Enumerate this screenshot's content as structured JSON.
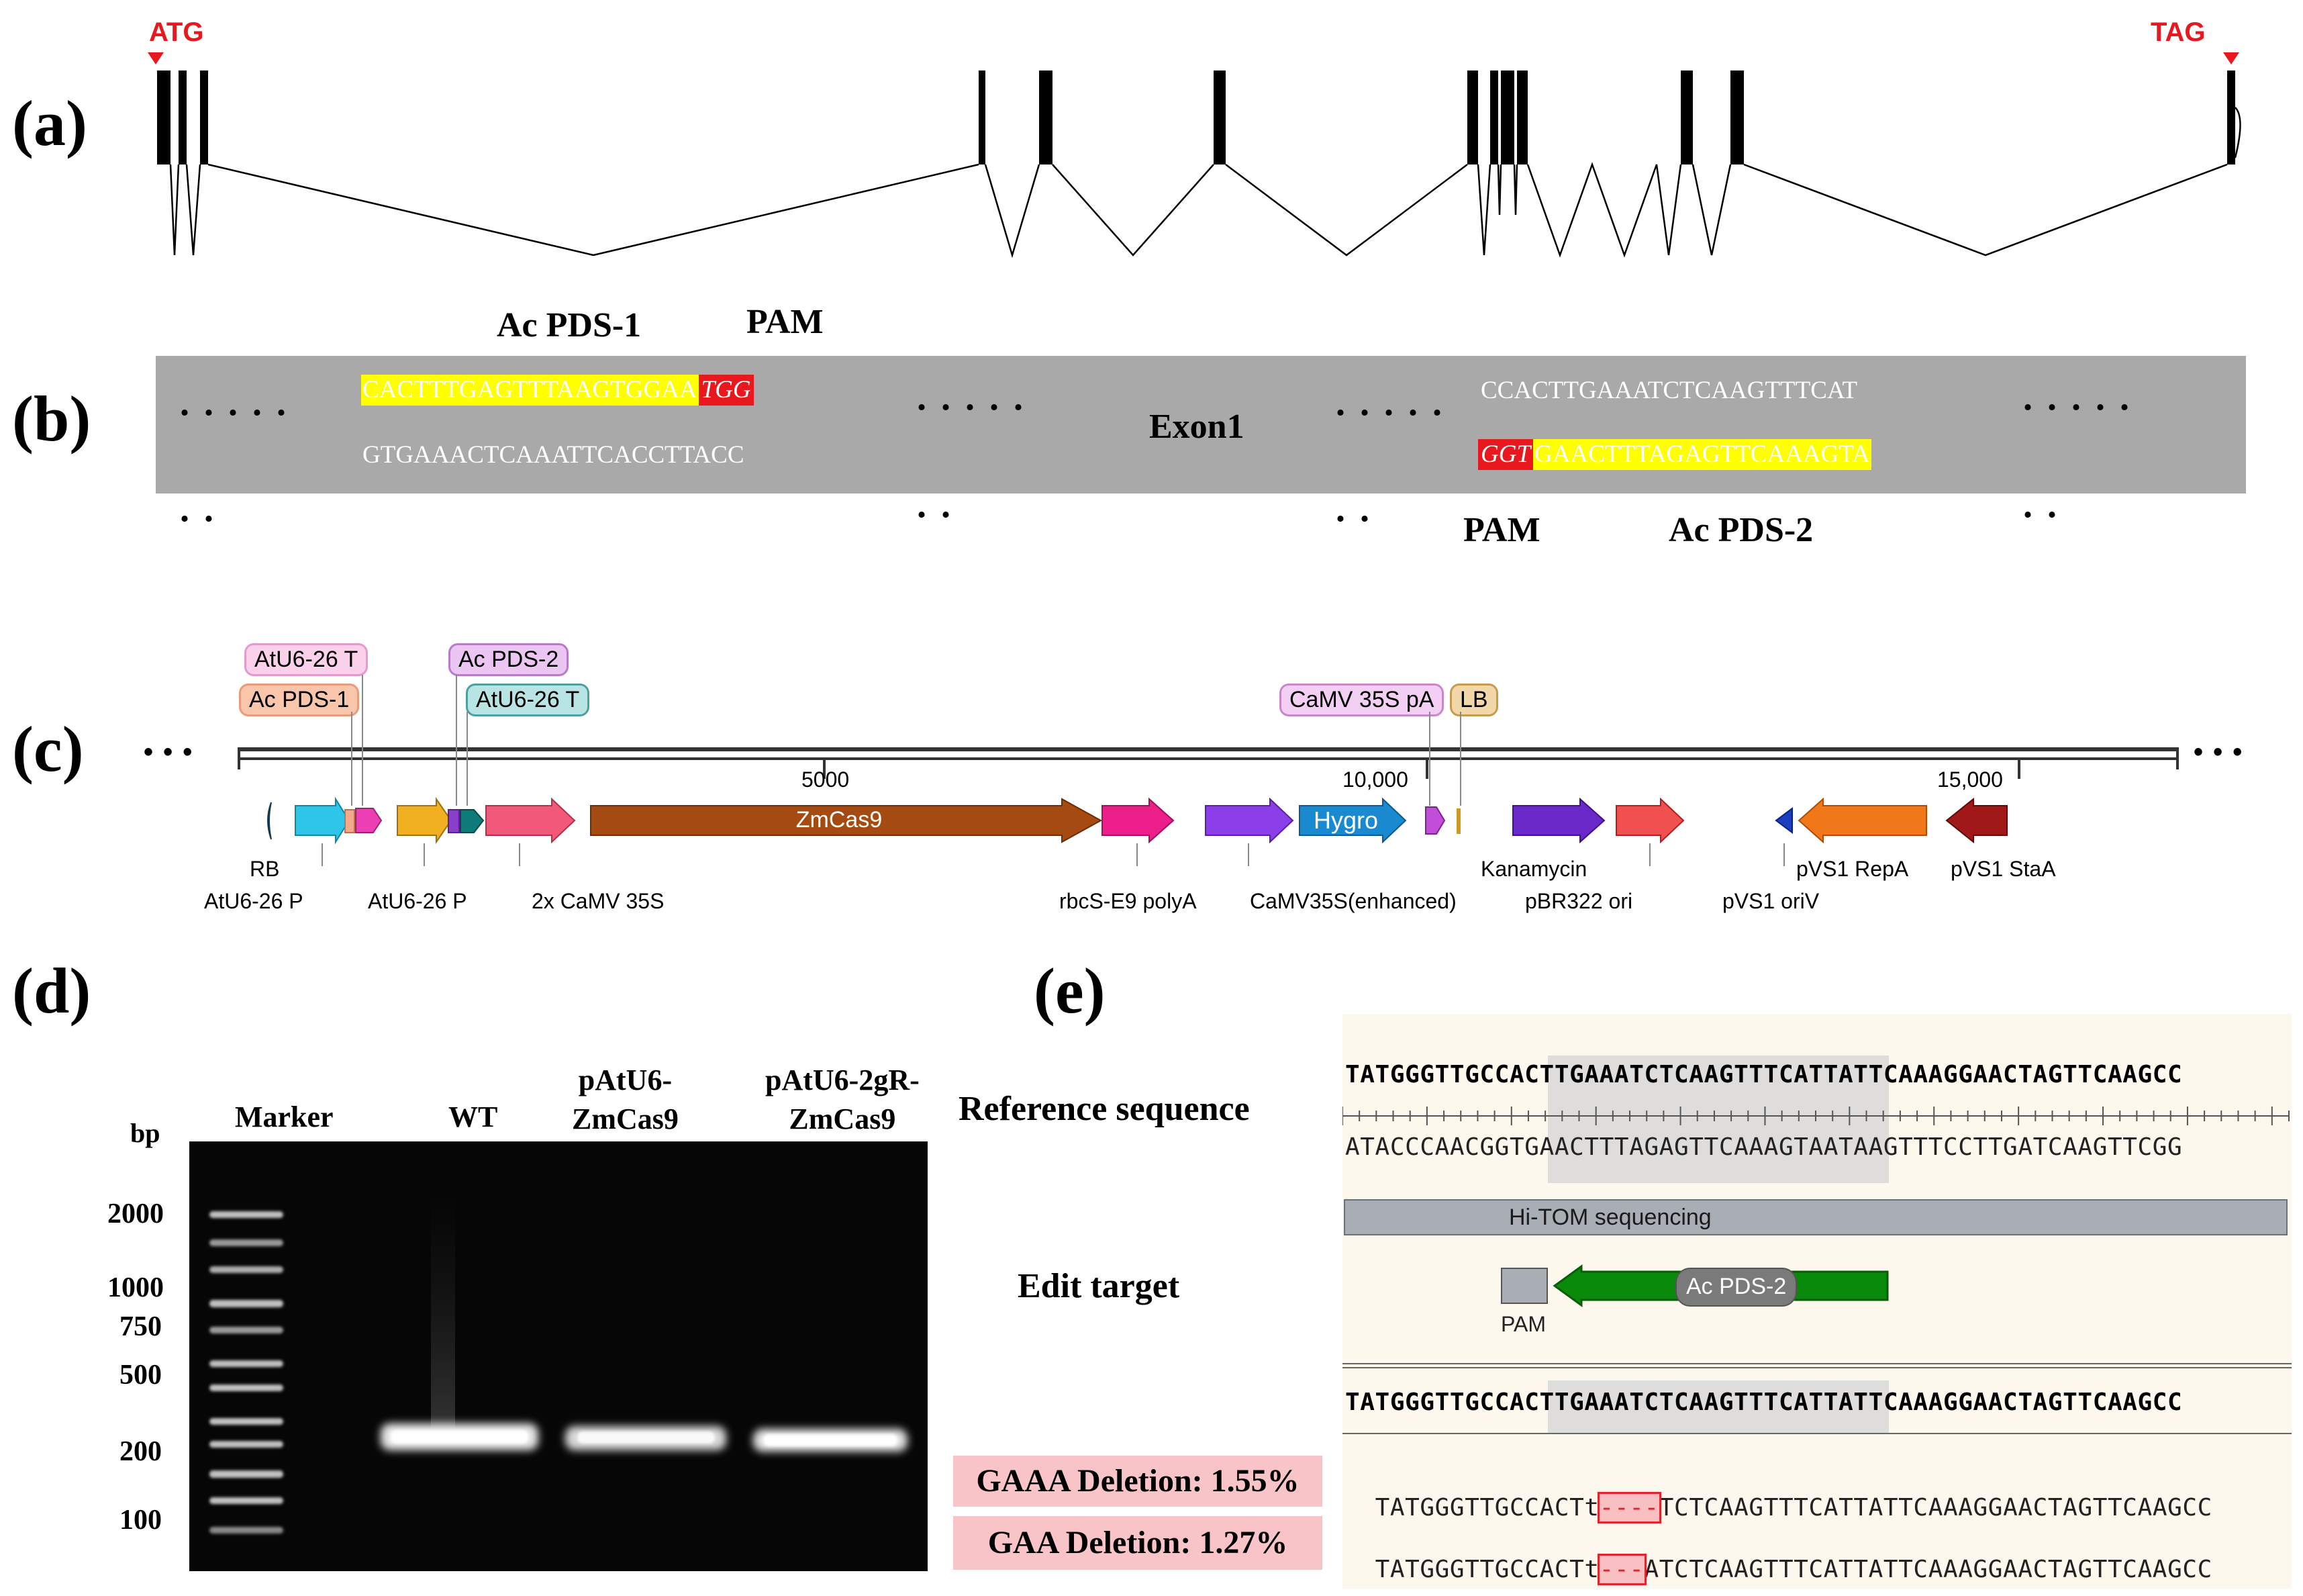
{
  "panels": {
    "a": "(a)",
    "b": "(b)",
    "c": "(c)",
    "d": "(d)",
    "e": "(e)"
  },
  "panel_a": {
    "start_codon": "ATG",
    "stop_codon": "TAG",
    "colors": {
      "codon": "#e8181e",
      "exon": "#000000"
    }
  },
  "panel_b": {
    "dots_top": ". . . . .",
    "dots_bottom": ". .",
    "ac_pds1_label": "Ac PDS-1",
    "pam_top_label": "PAM",
    "seq1_top": "CACTTTGAGTTTAAGTGGAA",
    "seq1_pam": "TGG",
    "seq1_bottom": "GTGAAACTCAAATTCACCTTACC",
    "exon_label": "Exon1",
    "seq2_top": "CCACTTGAAATCTCAAGTTTCAT",
    "seq2_pam": "GGT",
    "seq2_bottom": "GAACTTTAGAGTTCAAAGTA",
    "pam_bottom_label": "PAM",
    "ac_pds2_label": "Ac PDS-2",
    "colors": {
      "box": "#a9a9a9",
      "highlight": "#ffff00",
      "pam": "#e8181e"
    }
  },
  "panel_c": {
    "ellipsis_left": "• • •",
    "ellipsis_right": "• • •",
    "ticks": [
      "5000",
      "10,000",
      "15,000"
    ],
    "top_tags": {
      "atu6_t1": "AtU6-26 T",
      "ac_pds1": "Ac PDS-1",
      "ac_pds2": "Ac PDS-2",
      "atu6_t2": "AtU6-26 T",
      "camv_pa": "CaMV 35S pA",
      "lb": "LB"
    },
    "features": {
      "zmcas9": "ZmCas9",
      "hygro": "Hygro"
    },
    "bottom_labels": {
      "rb": "RB",
      "atu6_p1": "AtU6-26 P",
      "atu6_p2": "AtU6-26 P",
      "camv2x": "2x CaMV 35S",
      "rbcs": "rbcS-E9 polyA",
      "camv_enh": "CaMV35S(enhanced)",
      "kan": "Kanamycin",
      "pbr": "pBR322 ori",
      "oriv": "pVS1 oriV",
      "repa": "pVS1 RepA",
      "staa": "pVS1 StaA"
    }
  },
  "panel_d": {
    "bp_label": "bp",
    "marker_label": "Marker",
    "lane_wt": "WT",
    "lane_p1_line1": "pAtU6-",
    "lane_p1_line2": "ZmCas9",
    "lane_p2_line1": "pAtU6-2gR-",
    "lane_p2_line2": "ZmCas9",
    "ladder": [
      "2000",
      "1000",
      "750",
      "500",
      "200",
      "100"
    ]
  },
  "panel_e": {
    "reference_label": "Reference sequence",
    "edit_label": "Edit target",
    "ref_top": "TATGGGTTGCCACTTGAAATCTCAAGTTTCATTATTCAAAGGAACTAGTTCAAGCC",
    "ref_bottom": "ATACCCAACGGTGAACTTTAGAGTTCAAAGTAATAAGTTTCCTTGATCAAGTTCGG",
    "hitom_label": "Hi-TOM sequencing",
    "pam_label": "PAM",
    "ac_pds2_label": "Ac PDS-2",
    "aligned_ref": "TATGGGTTGCCACTTGAAATCTCAAGTTTCATTATTCAAAGGAACTAGTTCAAGCC",
    "del1_label": "GAAA Deletion: 1.55%",
    "del1_prefix": "TATGGGTTGCCACTt",
    "del1_gap": "----",
    "del1_suffix": "TCTCAAGTTTCATTATTCAAAGGAACTAGTTCAAGCC",
    "del2_label": "GAA Deletion: 1.27%",
    "del2_prefix": "TATGGGTTGCCACTt",
    "del2_gap": "---",
    "del2_suffix": "ATCTCAAGTTTCATTATTCAAAGGAACTAGTTCAAGCC",
    "colors": {
      "bg": "#fcf8ee",
      "label_bg": "#f8c4c8",
      "gap_bg": "#f9c0c4",
      "gap_border": "#e3242b",
      "guide": "#0a8a0a"
    }
  }
}
